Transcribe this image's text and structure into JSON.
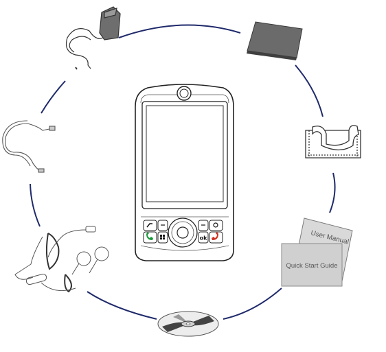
{
  "diagram": {
    "items": [
      {
        "id": "ac-adapter",
        "icon": "ac-adapter-icon"
      },
      {
        "id": "battery",
        "icon": "battery-icon"
      },
      {
        "id": "pouch",
        "icon": "pouch-icon"
      },
      {
        "id": "documents",
        "icon": "manual-icon",
        "user_manual_label": "User Manual",
        "quick_start_label": "Quick Start Guide"
      },
      {
        "id": "cd",
        "icon": "cd-icon"
      },
      {
        "id": "headset",
        "icon": "headset-icon"
      },
      {
        "id": "usb-cable",
        "icon": "usb-cable-icon"
      },
      {
        "id": "device",
        "icon": "pda-icon",
        "ok_key": "ok"
      }
    ],
    "colors": {
      "ring": "#1f2a6b",
      "outline": "#333333",
      "battery": "#6b6b6b",
      "manual_bg": "#d9d9d9",
      "call_green": "#1a9a3a",
      "end_red": "#d03020"
    }
  }
}
